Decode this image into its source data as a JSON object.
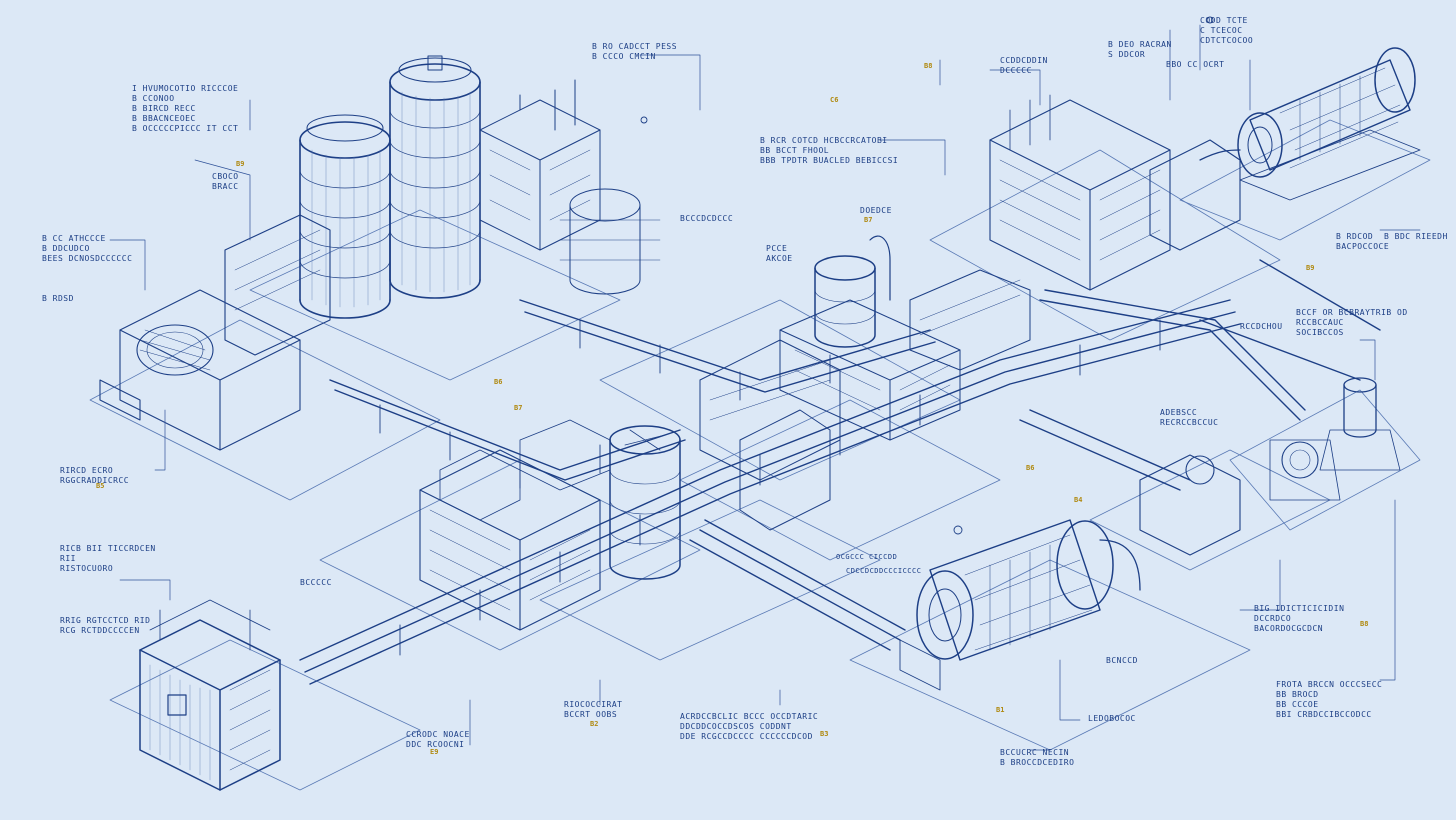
{
  "palette": {
    "background": "#dce8f6",
    "ink": "#1d3f86",
    "ink_dark": "#10275e",
    "ink_light": "#7d9ccc",
    "accent": "#b08a12"
  },
  "callouts": [
    {
      "id": "c01",
      "lines": [
        "B RO CADCCT PESS",
        "B CCCO CMCIN"
      ]
    },
    {
      "id": "c02",
      "lines": [
        "I HVUMOCOTIO RICCCOE",
        "B CCONOO",
        "B BIRCD RECC",
        "B BBACNCEOEC",
        "B OCCCCCPICCC IT CCT"
      ]
    },
    {
      "id": "c03",
      "lines": [
        "CBOCO",
        "BRACC"
      ]
    },
    {
      "id": "c04",
      "lines": [
        "CODD TCTE",
        "C TCECOC",
        "CDTCTCOCOO"
      ]
    },
    {
      "id": "c05",
      "lines": [
        "B CC ATHCCCE",
        "B DDCUDCO",
        "BEES DCNOSDCCCCCC"
      ]
    },
    {
      "id": "c06",
      "lines": [
        "B RDSD"
      ]
    },
    {
      "id": "c07",
      "lines": [
        "B RCR COTCD HCBCCRCATOBI",
        "BB BCCT FHOOL",
        "BBB TPDTR BUACLED BEBICCSI"
      ]
    },
    {
      "id": "c08",
      "lines": [
        "CCDDCDDIN",
        "DCCCCC"
      ]
    },
    {
      "id": "c09",
      "lines": [
        "B DEO RACRAN",
        "S DDCOR"
      ]
    },
    {
      "id": "c10",
      "lines": [
        "BBO CC OCRT"
      ]
    },
    {
      "id": "c11",
      "lines": [
        "DOEDCE"
      ]
    },
    {
      "id": "c12",
      "lines": [
        "BCCCDCDCCC"
      ]
    },
    {
      "id": "c13",
      "lines": [
        "PCCE",
        "AKCOE"
      ]
    },
    {
      "id": "c14",
      "lines": [
        "B RDCOD",
        "BACPOCCOCE"
      ]
    },
    {
      "id": "c15",
      "lines": [
        "B BDC RIEEDH"
      ]
    },
    {
      "id": "c16",
      "lines": [
        "RCCDCHOU"
      ]
    },
    {
      "id": "c17",
      "lines": [
        "BCCF OR BCBRAYTRIB OD",
        "RCCBCCAUC",
        "SOCIBCCOS"
      ]
    },
    {
      "id": "c18",
      "lines": [
        "ADEBSCC",
        "RECRCCBCCUC"
      ]
    },
    {
      "id": "c19",
      "lines": [
        "RICB BII TICCRDCEN",
        "RII",
        "RISTOCUORO"
      ]
    },
    {
      "id": "c20",
      "lines": [
        "RIRCD ECRO",
        "RGGCRADDICRCC"
      ]
    },
    {
      "id": "c21",
      "lines": [
        "RRIG RGTCCTCD RID",
        "RCG RCTDDCCCCEN"
      ]
    },
    {
      "id": "c22",
      "lines": [
        "ACRDCCBCLIC BCCC OCCDTARIC",
        "DDCDDCOCCDSCOS CODDNT",
        "DDE RCGCCDCCCC CCCCCCDCOD"
      ]
    },
    {
      "id": "c23",
      "lines": [
        "RIOCOCCIRAT",
        "BCCRT OOBS"
      ]
    },
    {
      "id": "c24",
      "lines": [
        "CCRODC NOACE",
        "DDC RCOOCNI"
      ]
    },
    {
      "id": "c25",
      "lines": [
        "BCCUCRC NECIN",
        "B BROCCDCEDIRO"
      ]
    },
    {
      "id": "c26",
      "lines": [
        "LEDOBOCOC"
      ]
    },
    {
      "id": "c27",
      "lines": [
        "BIG IDICTICICIDIN",
        "DCCRDCO",
        "BACORDOCGCDCN"
      ]
    },
    {
      "id": "c28",
      "lines": [
        "BCNCCD"
      ]
    },
    {
      "id": "c29",
      "lines": [
        "FROTA BRCCN OCCCSECC",
        "BB BROCD",
        "BB CCCOE",
        "BBI CRBDCCIBCCODCC"
      ]
    },
    {
      "id": "c30",
      "lines": [
        "OCGCCC CICCDD"
      ]
    },
    {
      "id": "c31",
      "lines": [
        "CDCCDCDDCCCICCCC"
      ]
    },
    {
      "id": "c32",
      "lines": [
        "BCCCCC"
      ]
    }
  ],
  "tags": [
    "B8",
    "C6",
    "B9",
    "B6",
    "B7",
    "B5",
    "B8",
    "B3",
    "B2",
    "E9",
    "B1",
    "B4",
    "B6",
    "B9",
    "B7"
  ],
  "equipment": [
    {
      "id": "silo-left",
      "type": "tank"
    },
    {
      "id": "silo-center",
      "type": "tank"
    },
    {
      "id": "compressor-left",
      "type": "compressor"
    },
    {
      "id": "process-skid-upper",
      "type": "module"
    },
    {
      "id": "reactor-center",
      "type": "tank"
    },
    {
      "id": "processing-module-right",
      "type": "module"
    },
    {
      "id": "turbine-upper-right",
      "type": "turbine"
    },
    {
      "id": "processing-block-lower",
      "type": "module"
    },
    {
      "id": "vessel-lower-center",
      "type": "tank"
    },
    {
      "id": "generator-lower-right",
      "type": "turbine"
    },
    {
      "id": "pump-right",
      "type": "pump"
    },
    {
      "id": "small-vessel-far-right",
      "type": "tank"
    },
    {
      "id": "tower-lower-left",
      "type": "building"
    }
  ]
}
